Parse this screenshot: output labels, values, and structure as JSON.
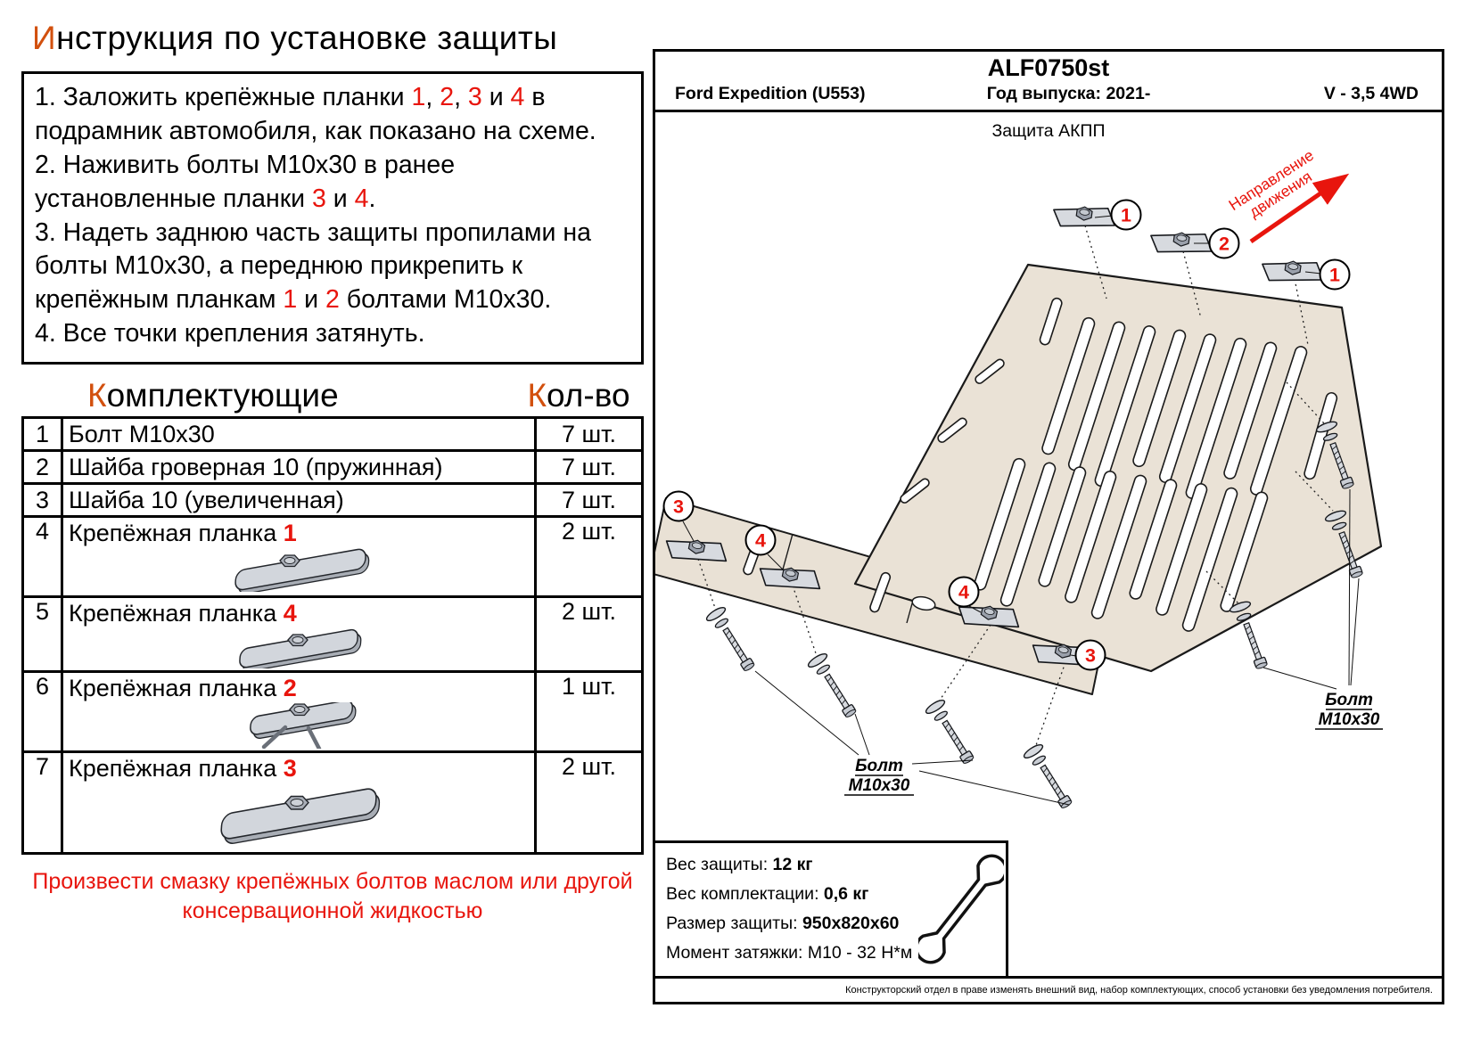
{
  "page_title": {
    "first_letter": "И",
    "rest": "нструкция по установке защиты"
  },
  "instructions": [
    {
      "segments": [
        {
          "t": "1. Заложить крепёжные планки "
        },
        {
          "t": "1",
          "red": true
        },
        {
          "t": ", "
        },
        {
          "t": "2",
          "red": true
        },
        {
          "t": ", "
        },
        {
          "t": "3",
          "red": true
        },
        {
          "t": " и "
        },
        {
          "t": "4",
          "red": true
        },
        {
          "t": " в подрамник автомобиля, как показано на схеме."
        }
      ]
    },
    {
      "segments": [
        {
          "t": "2. Наживить болты М10х30 в ранее установленные планки "
        },
        {
          "t": "3",
          "red": true
        },
        {
          "t": " и "
        },
        {
          "t": "4",
          "red": true
        },
        {
          "t": "."
        }
      ]
    },
    {
      "segments": [
        {
          "t": "3. Надеть заднюю часть защиты пропилами на болты М10х30, а переднюю прикрепить к крепёжным планкам "
        },
        {
          "t": "1",
          "red": true
        },
        {
          "t": " и "
        },
        {
          "t": "2",
          "red": true
        },
        {
          "t": " болтами М10х30."
        }
      ]
    },
    {
      "segments": [
        {
          "t": "4. Все точки крепления затянуть."
        }
      ]
    }
  ],
  "parts": {
    "header": {
      "title_first": "К",
      "title_rest": "омплектующие",
      "qty_first": "К",
      "qty_rest": "ол-во"
    },
    "rows": [
      {
        "num": "1",
        "name": "Болт М10х30",
        "qty": "7 шт."
      },
      {
        "num": "2",
        "name": "Шайба гроверная 10 (пружинная)",
        "qty": "7 шт."
      },
      {
        "num": "3",
        "name": "Шайба 10 (увеличенная)",
        "qty": "7 шт."
      },
      {
        "num": "4",
        "name": "Крепёжная планка ",
        "name_num": "1",
        "qty": "2 шт."
      },
      {
        "num": "5",
        "name": "Крепёжная планка ",
        "name_num": "4",
        "qty": "2 шт."
      },
      {
        "num": "6",
        "name": "Крепёжная планка ",
        "name_num": "2",
        "qty": "1 шт."
      },
      {
        "num": "7",
        "name": "Крепёжная планка ",
        "name_num": "3",
        "qty": "2 шт."
      }
    ]
  },
  "note": {
    "line1": "Произвести смазку крепёжных болтов маслом или другой",
    "line2": "консервационной жидкостью"
  },
  "panel": {
    "code": "ALF0750st",
    "model": "Ford Expedition (U553)",
    "year": "Год выпуска: 2021-",
    "engine": "V - 3,5 4WD",
    "subtitle": "Защита АКПП",
    "direction_line1": "Направление",
    "direction_line2": "движения",
    "bolt_word": "Болт",
    "bolt_size": "М10х30",
    "callouts": [
      "1",
      "2",
      "1",
      "3",
      "4",
      "4",
      "3"
    ],
    "specs": [
      {
        "label": "Вес защиты: ",
        "value": "12 кг"
      },
      {
        "label": "Вес комплектации: ",
        "value": "0,6 кг"
      },
      {
        "label": "Размер защиты: ",
        "value": "950х820х60"
      },
      {
        "label": "Момент затяжки: ",
        "value": "М10 - 32 Н*м"
      }
    ],
    "disclaimer": "Конструкторский отдел в праве изменять внешний вид, набор комплектующих, способ установки без уведомления потребителя."
  },
  "colors": {
    "accent_letter": "#d2500e",
    "red": "#e8150d",
    "plate": "#eae2d6",
    "metal": "#d2d6dc"
  }
}
